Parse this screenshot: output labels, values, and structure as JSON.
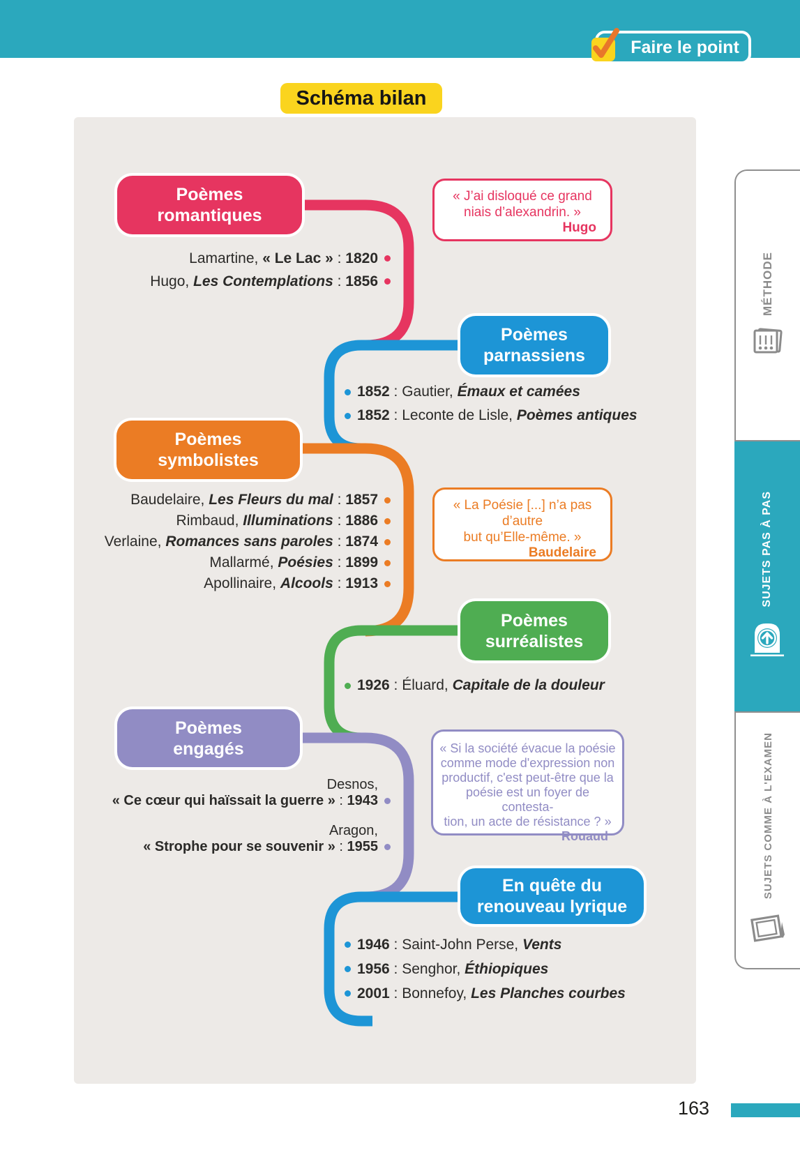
{
  "header": {
    "band_color": "#2BA8BD",
    "badge_label": "Faire le point",
    "title": "Schéma bilan"
  },
  "sidebar": {
    "tabs": [
      {
        "label": "MÉTHODE",
        "icon": "method-booklet-icon",
        "active": false
      },
      {
        "label": "SUJETS PAS À PAS",
        "icon": "step-arrow-icon",
        "active": true
      },
      {
        "label": "SUJETS COMME À L'EXAMEN",
        "icon": "exam-sheet-icon",
        "active": false
      }
    ]
  },
  "footer": {
    "page_number": "163",
    "bar_color": "#2BA8BD"
  },
  "colors": {
    "romantiques": "#E63560",
    "parnassiens": "#1D95D6",
    "symbolistes": "#EB7C24",
    "surrealistes": "#4FAD52",
    "engages": "#918CC4",
    "renouveau": "#1D95D6",
    "panel": "#EDEAE7",
    "teal": "#2BA8BD",
    "yellow": "#FAD41E"
  },
  "diagram": {
    "nodes": [
      {
        "id": "romantiques",
        "color": "#E63560",
        "title_lines": [
          "Poèmes",
          "romantiques"
        ],
        "entries": [
          {
            "bullet": true,
            "segments": [
              {
                "t": "Lamartine, "
              },
              {
                "t": "« Le Lac »",
                "s": "b"
              },
              {
                "t": " : "
              },
              {
                "t": "1820",
                "s": "b"
              }
            ]
          },
          {
            "bullet": true,
            "segments": [
              {
                "t": "Hugo, "
              },
              {
                "t": "Les Contemplations",
                "s": "bi"
              },
              {
                "t": " : "
              },
              {
                "t": "1856",
                "s": "b"
              }
            ]
          }
        ],
        "quote": {
          "lines": [
            "« J’ai disloqué ce grand",
            "niais d’alexandrin. »"
          ],
          "author": "Hugo"
        }
      },
      {
        "id": "parnassiens",
        "color": "#1D95D6",
        "title_lines": [
          "Poèmes",
          "parnassiens"
        ],
        "entries": [
          {
            "bullet": true,
            "segments": [
              {
                "t": "1852",
                "s": "b"
              },
              {
                "t": " : Gautier, "
              },
              {
                "t": "Émaux et camées",
                "s": "bi"
              }
            ]
          },
          {
            "bullet": true,
            "segments": [
              {
                "t": "1852",
                "s": "b"
              },
              {
                "t": " : Leconte de Lisle, "
              },
              {
                "t": "Poèmes antiques",
                "s": "bi"
              }
            ]
          }
        ]
      },
      {
        "id": "symbolistes",
        "color": "#EB7C24",
        "title_lines": [
          "Poèmes",
          "symbolistes"
        ],
        "entries": [
          {
            "bullet": true,
            "segments": [
              {
                "t": "Baudelaire, "
              },
              {
                "t": "Les Fleurs du mal",
                "s": "bi"
              },
              {
                "t": " : "
              },
              {
                "t": "1857",
                "s": "b"
              }
            ]
          },
          {
            "bullet": true,
            "segments": [
              {
                "t": "Rimbaud, "
              },
              {
                "t": "Illuminations",
                "s": "bi"
              },
              {
                "t": " : "
              },
              {
                "t": "1886",
                "s": "b"
              }
            ]
          },
          {
            "bullet": true,
            "segments": [
              {
                "t": "Verlaine, "
              },
              {
                "t": "Romances sans paroles",
                "s": "bi"
              },
              {
                "t": " : "
              },
              {
                "t": "1874",
                "s": "b"
              }
            ]
          },
          {
            "bullet": true,
            "segments": [
              {
                "t": "Mallarmé, "
              },
              {
                "t": "Poésies",
                "s": "bi"
              },
              {
                "t": " : "
              },
              {
                "t": "1899",
                "s": "b"
              }
            ]
          },
          {
            "bullet": true,
            "segments": [
              {
                "t": "Apollinaire, "
              },
              {
                "t": "Alcools",
                "s": "bi"
              },
              {
                "t": " : "
              },
              {
                "t": "1913",
                "s": "b"
              }
            ]
          }
        ],
        "quote": {
          "lines": [
            "« La Poésie [...] n’a pas d’autre",
            "but qu’Elle-même. »"
          ],
          "author": "Baudelaire"
        }
      },
      {
        "id": "surrealistes",
        "color": "#4FAD52",
        "title_lines": [
          "Poèmes",
          "surréalistes"
        ],
        "entries": [
          {
            "bullet": true,
            "segments": [
              {
                "t": "1926",
                "s": "b"
              },
              {
                "t": " : Éluard, "
              },
              {
                "t": "Capitale de la douleur",
                "s": "bi"
              }
            ]
          }
        ]
      },
      {
        "id": "engages",
        "color": "#918CC4",
        "title_lines": [
          "Poèmes",
          "engagés"
        ],
        "entries": [
          {
            "bullet": false,
            "segments": [
              {
                "t": "Desnos,"
              }
            ]
          },
          {
            "bullet": true,
            "segments": [
              {
                "t": "« Ce cœur qui haïssait la guerre »",
                "s": "b"
              },
              {
                "t": " : "
              },
              {
                "t": "1943",
                "s": "b"
              }
            ]
          },
          {
            "bullet": false,
            "segments": [
              {
                "t": "Aragon,"
              }
            ]
          },
          {
            "bullet": true,
            "segments": [
              {
                "t": "« Strophe pour se souvenir »",
                "s": "b"
              },
              {
                "t": " : "
              },
              {
                "t": "1955",
                "s": "b"
              }
            ]
          }
        ],
        "quote": {
          "lines": [
            "« Si la société évacue la poésie",
            "comme mode d'expression non",
            "productif, c'est peut-être que la",
            "poésie est un foyer de contesta-",
            "tion, un acte de résistance ? »"
          ],
          "author": "Rouaud"
        }
      },
      {
        "id": "renouveau",
        "color": "#1D95D6",
        "title_lines": [
          "En quête du",
          "renouveau lyrique"
        ],
        "entries": [
          {
            "bullet": true,
            "segments": [
              {
                "t": "1946",
                "s": "b"
              },
              {
                "t": " : Saint-John Perse, "
              },
              {
                "t": "Vents",
                "s": "bi"
              }
            ]
          },
          {
            "bullet": true,
            "segments": [
              {
                "t": "1956",
                "s": "b"
              },
              {
                "t": " : Senghor, "
              },
              {
                "t": "Éthiopiques",
                "s": "bi"
              }
            ]
          },
          {
            "bullet": true,
            "segments": [
              {
                "t": "2001",
                "s": "b"
              },
              {
                "t": " : Bonnefoy, "
              },
              {
                "t": "Les Planches courbes",
                "s": "bi"
              }
            ]
          }
        ]
      }
    ]
  }
}
